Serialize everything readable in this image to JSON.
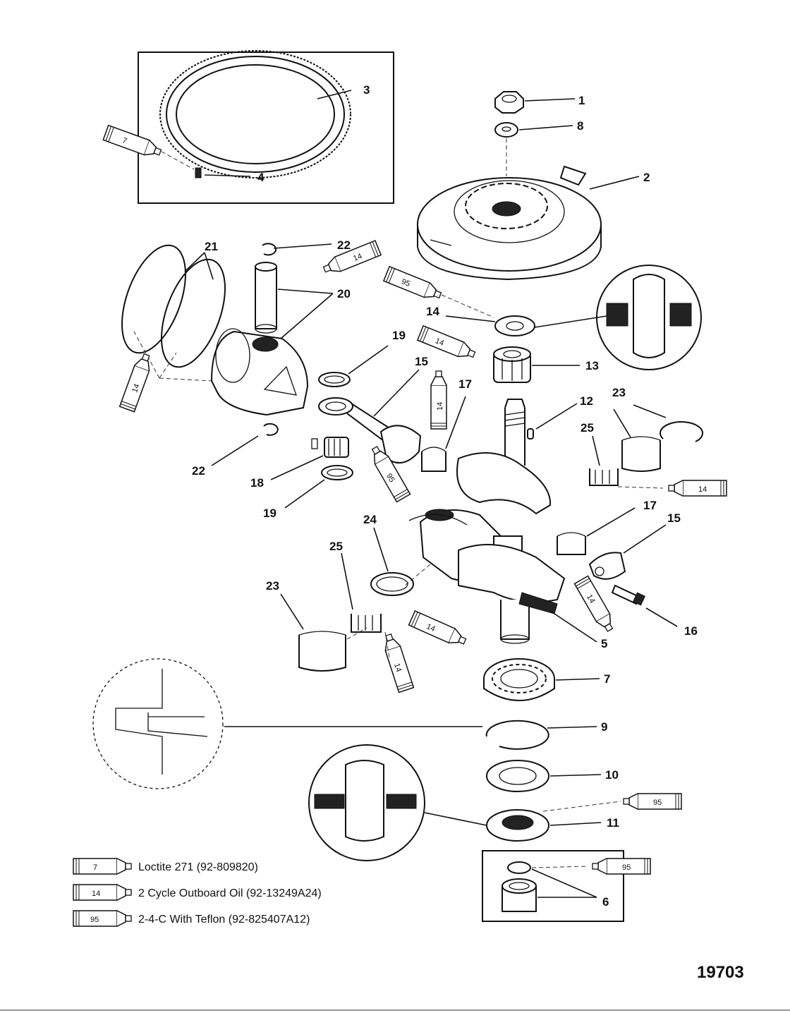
{
  "figure_number": "19703",
  "callouts": {
    "c1": "1",
    "c2": "2",
    "c3": "3",
    "c4": "4",
    "c5": "5",
    "c6": "6",
    "c7": "7",
    "c8": "8",
    "c9": "9",
    "c10": "10",
    "c11": "11",
    "c12": "12",
    "c13": "13",
    "c14": "14",
    "c15a": "15",
    "c15b": "15",
    "c16": "16",
    "c17a": "17",
    "c17b": "17",
    "c18": "18",
    "c19a": "19",
    "c19b": "19",
    "c20": "20",
    "c21": "21",
    "c22a": "22",
    "c22b": "22",
    "c23a": "23",
    "c23b": "23",
    "c24": "24",
    "c25a": "25",
    "c25b": "25"
  },
  "tubes": {
    "t7_ring": "7",
    "t14_pin": "14",
    "t95_seal": "95",
    "t14_bearing": "14",
    "t14_piston": "14",
    "t14_rod": "14",
    "t95_rod": "95",
    "t14_right": "14",
    "t14_cap": "14",
    "t14_lower_a": "14",
    "t14_lower_b": "14",
    "t95_lower": "95",
    "t95_box": "95"
  },
  "legend": [
    {
      "tube": "7",
      "text": "Loctite 271 (92-809820)"
    },
    {
      "tube": "14",
      "text": "2 Cycle Outboard Oil (92-13249A24)"
    },
    {
      "tube": "95",
      "text": "2-4-C  With Teflon (92-825407A12)"
    }
  ]
}
